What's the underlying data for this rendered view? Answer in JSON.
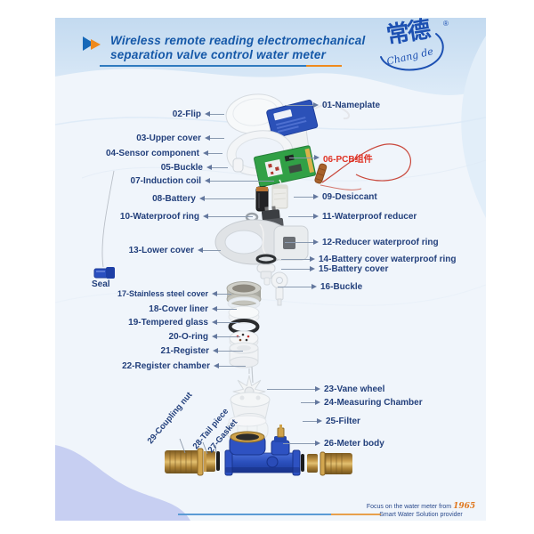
{
  "header": {
    "title_line1": "Wireless remote reading electromechanical",
    "title_line2": "separation valve control water meter",
    "logo_chinese": "常德",
    "logo_script": "Chang de",
    "registered_mark": "®"
  },
  "diagram": {
    "left_labels": [
      {
        "text": "02-Flip"
      },
      {
        "text": "03-Upper cover"
      },
      {
        "text": "04-Sensor component"
      },
      {
        "text": "05-Buckle"
      },
      {
        "text": "07-Induction coil"
      },
      {
        "text": "08-Battery"
      },
      {
        "text": "10-Waterproof ring"
      },
      {
        "text": "13-Lower cover"
      },
      {
        "text": "17-Stainless steel cover"
      },
      {
        "text": "18-Cover liner"
      },
      {
        "text": "19-Tempered glass"
      },
      {
        "text": "20-O-ring"
      },
      {
        "text": "21-Register"
      },
      {
        "text": "22-Register chamber"
      }
    ],
    "right_labels": [
      {
        "text": "01-Nameplate"
      },
      {
        "text": "06-PCB组件",
        "color": "#e03224"
      },
      {
        "text": "09-Desiccant"
      },
      {
        "text": "11-Waterproof reducer"
      },
      {
        "text": "12-Reducer waterproof ring"
      },
      {
        "text": "14-Battery cover waterproof ring"
      },
      {
        "text": "15-Battery cover"
      },
      {
        "text": "16-Buckle"
      },
      {
        "text": "23-Vane wheel"
      },
      {
        "text": "24-Measuring Chamber"
      },
      {
        "text": "25-Filter"
      },
      {
        "text": "26-Meter body"
      }
    ],
    "diagonal_labels": [
      {
        "text": "29-Coupling nut"
      },
      {
        "text": "28-Tail piece"
      },
      {
        "text": "27-Gasket"
      }
    ],
    "seal_label": "Seal"
  },
  "footer": {
    "tagline_prefix": "Focus on the water meter from",
    "tagline_year": "1965",
    "subtitle": "Smart Water Solution provider"
  },
  "colors": {
    "accent_blue": "#1558a8",
    "accent_orange": "#ef8a1d",
    "label_navy": "#23407c",
    "pcb_label_red": "#e03224",
    "meter_blue": "#2e52c2",
    "brass": "#c79b4a"
  }
}
